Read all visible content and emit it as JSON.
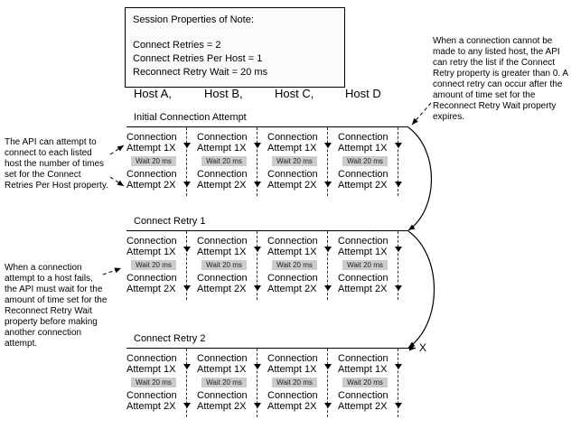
{
  "properties_box": {
    "title": "Session Properties of Note:",
    "lines": [
      "Connect Retries = 2",
      "Connect Retries Per Host = 1",
      "Reconnect Retry Wait = 20 ms"
    ]
  },
  "hosts": [
    "Host A,",
    "Host B,",
    "Host C,",
    "Host D"
  ],
  "annotations": {
    "left_top": "The API can attempt to connect to each listed host the number of times set for the Connect Retries Per Host property.",
    "left_bottom": "When a connection attempt to a host fails, the API must wait for the amount of time set for the Reconnect Retry Wait property before making another connection attempt.",
    "right": "When a connection cannot be made to any listed host, the API can retry the list if the Connect Retry property is greater than 0. A connect retry can occur after the amount of time set for the Reconnect Retry Wait property expires."
  },
  "sections": [
    {
      "label": "Initial Connection Attempt",
      "columns": [
        {
          "attempt1": "Connection Attempt 1X",
          "wait": "Wait 20 ms",
          "attempt2": "Connection Attempt 2X"
        },
        {
          "attempt1": "Connection Attempt 1X",
          "wait": "Wait 20 ms",
          "attempt2": "Connection Attempt 2X"
        },
        {
          "attempt1": "Connection Attempt 1X",
          "wait": "Wait 20 ms",
          "attempt2": "Connection Attempt 2X"
        },
        {
          "attempt1": "Connection Attempt 1X",
          "wait": "Wait 20 ms",
          "attempt2": "Connection Attempt 2X"
        }
      ]
    },
    {
      "label": "Connect Retry 1",
      "columns": [
        {
          "attempt1": "Connection Attempt 1X",
          "wait": "Wait 20 ms",
          "attempt2": "Connection Attempt 2X"
        },
        {
          "attempt1": "Connection Attempt 1X",
          "wait": "Wait 20 ms",
          "attempt2": "Connection Attempt 2X"
        },
        {
          "attempt1": "Connection Attempt 1X",
          "wait": "Wait 20 ms",
          "attempt2": "Connection Attempt 2X"
        },
        {
          "attempt1": "Connection Attempt 1X",
          "wait": "Wait 20 ms",
          "attempt2": "Connection Attempt 2X"
        }
      ]
    },
    {
      "label": "Connect Retry 2",
      "columns": [
        {
          "attempt1": "Connection Attempt 1X",
          "wait": "Wait 20 ms",
          "attempt2": "Connection Attempt 2X"
        },
        {
          "attempt1": "Connection Attempt 1X",
          "wait": "Wait 20 ms",
          "attempt2": "Connection Attempt 2X"
        },
        {
          "attempt1": "Connection Attempt 1X",
          "wait": "Wait 20 ms",
          "attempt2": "Connection Attempt 2X"
        },
        {
          "attempt1": "Connection Attempt 1X",
          "wait": "Wait 20 ms",
          "attempt2": "Connection Attempt 2X"
        }
      ]
    }
  ],
  "failure_marker": "X",
  "colors": {
    "wait_badge_bg": "#cccccc",
    "line": "#000000"
  }
}
